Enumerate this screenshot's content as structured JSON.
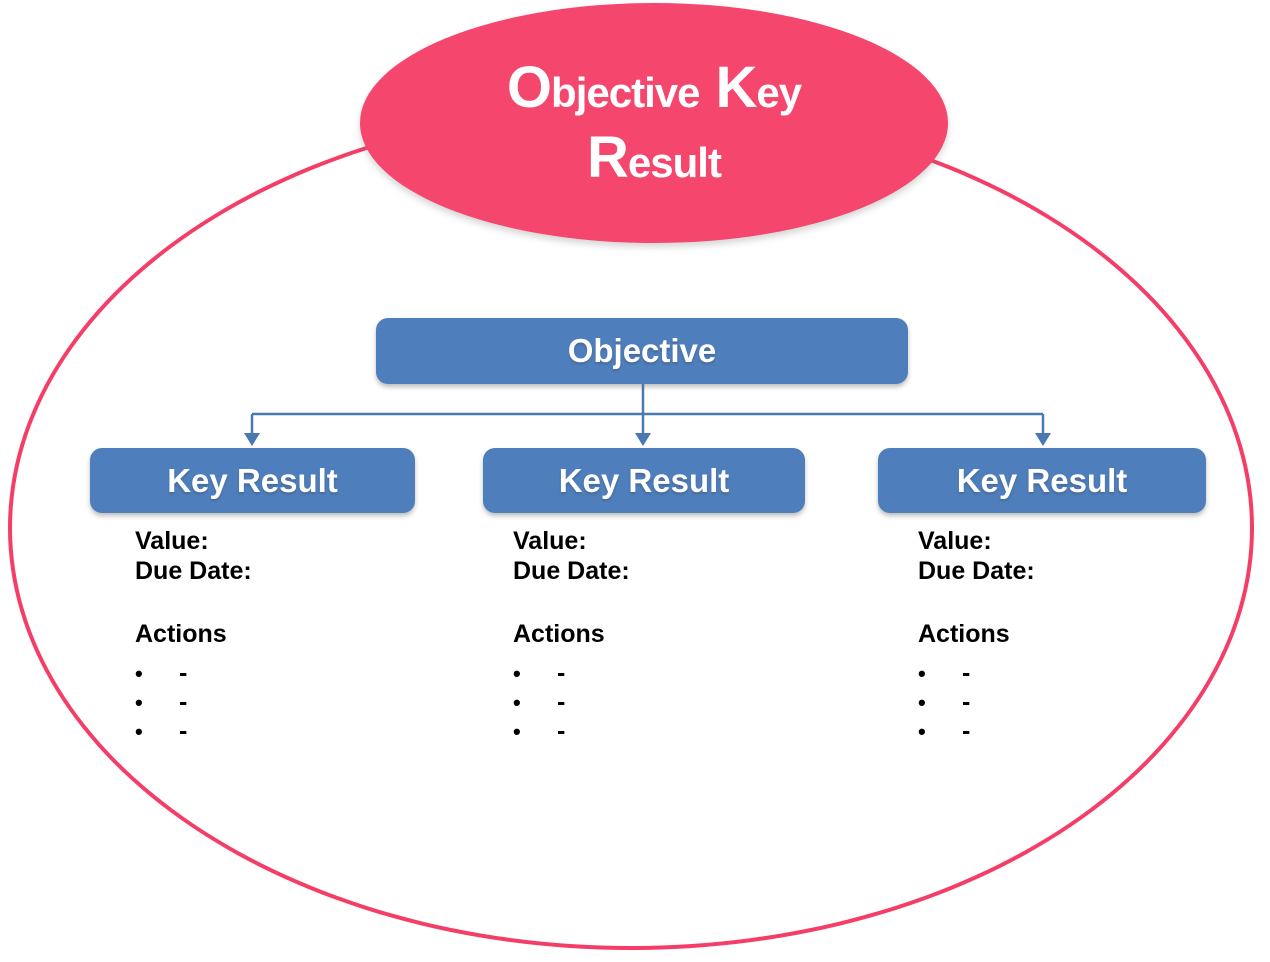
{
  "diagram": {
    "title": {
      "word1_cap": "O",
      "word1_rest": "bjective",
      "word2_cap": "K",
      "word2_rest": "ey",
      "word3_cap": "R",
      "word3_rest": "esult"
    },
    "objective": {
      "label": "Objective"
    },
    "key_results": [
      {
        "label": "Key Result",
        "value_label": "Value:",
        "due_label": "Due Date:",
        "actions_label": "Actions",
        "bullet": "•",
        "items": [
          "-",
          "-",
          "-"
        ]
      },
      {
        "label": "Key Result",
        "value_label": "Value:",
        "due_label": "Due Date:",
        "actions_label": "Actions",
        "bullet": "•",
        "items": [
          "-",
          "-",
          "-"
        ]
      },
      {
        "label": "Key Result",
        "value_label": "Value:",
        "due_label": "Due Date:",
        "actions_label": "Actions",
        "bullet": "•",
        "items": [
          "-",
          "-",
          "-"
        ]
      }
    ],
    "colors": {
      "ellipse_fill": "#F5466D",
      "ellipse_outline": "#F43D67",
      "node_blue": "#4E7EBC",
      "connector_blue": "#4A78B0",
      "body_text": "#000000",
      "node_text": "#FFFFFF"
    }
  }
}
